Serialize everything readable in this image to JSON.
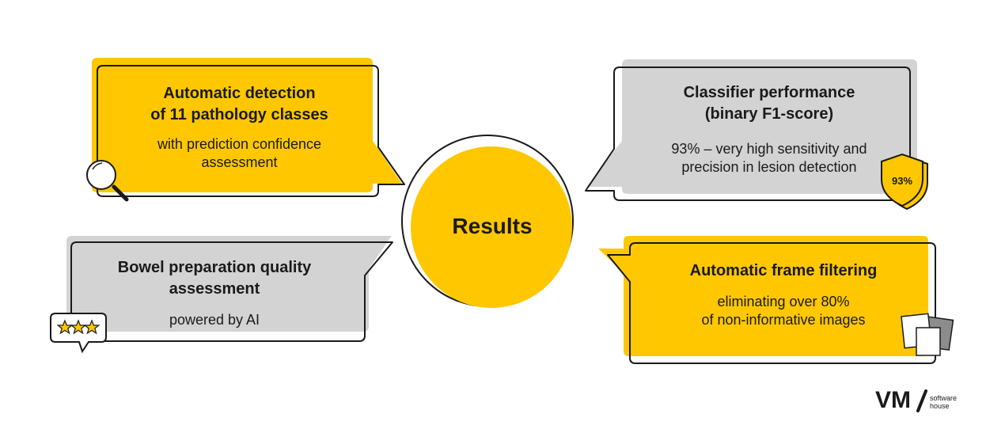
{
  "center": {
    "label": "Results"
  },
  "cards": {
    "detection": {
      "title_line1": "Automatic detection",
      "title_line2": "of 11 pathology classes",
      "body_line1": "with prediction confidence",
      "body_line2": "assessment"
    },
    "classifier": {
      "title_line1": "Classifier performance",
      "title_line2": "(binary F1-score)",
      "body_line1": "93% – very high sensitivity and",
      "body_line2": "precision in lesion detection",
      "badge": "93%"
    },
    "bowel": {
      "title_line1": "Bowel preparation quality",
      "title_line2": "assessment",
      "body_line1": "powered by AI"
    },
    "filtering": {
      "title_line1": "Automatic frame filtering",
      "body_line1": "eliminating over 80%",
      "body_line2": "of non-informative images"
    }
  },
  "logo": {
    "mark": "VM",
    "sub_line1": "software",
    "sub_line2": "house"
  },
  "colors": {
    "yellow": "#FFC700",
    "grey": "#D3D3D3",
    "outline": "#1a1a1a",
    "background": "#FFFFFF"
  }
}
